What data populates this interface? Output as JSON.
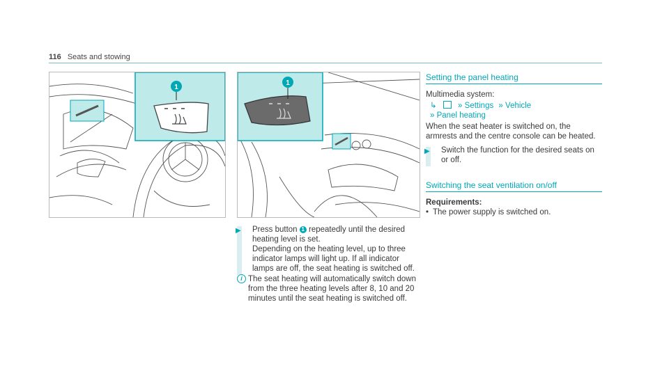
{
  "header": {
    "page_number": "116",
    "section": "Seats and stowing"
  },
  "callout_number": "1",
  "left": {
    "step": {
      "before": "Press button",
      "after": "repeatedly until the desired heating level is set.",
      "line2": "Depending on the heating level, up to three indicator lamps will light up. If all indicator lamps are off, the seat heating is switched off."
    },
    "info": "The seat heating will automatically switch down from the three heating levels after 8, 10 and 20 minutes until the seat heating is switched off."
  },
  "panel_heating": {
    "title": "Setting the panel heating",
    "intro": "Multimedia system:",
    "path1": "Settings",
    "path2": "Vehicle",
    "path3": "Panel heating",
    "desc": "When the seat heater is switched on, the armrests and the centre console can be heated.",
    "step": "Switch the function for the desired seats on or off."
  },
  "ventilation": {
    "title": "Switching the seat ventilation on/off",
    "req_label": "Requirements:",
    "req_item": "The power supply is switched on."
  },
  "colors": {
    "accent": "#00a8b5",
    "highlight": "#bfeaea"
  }
}
